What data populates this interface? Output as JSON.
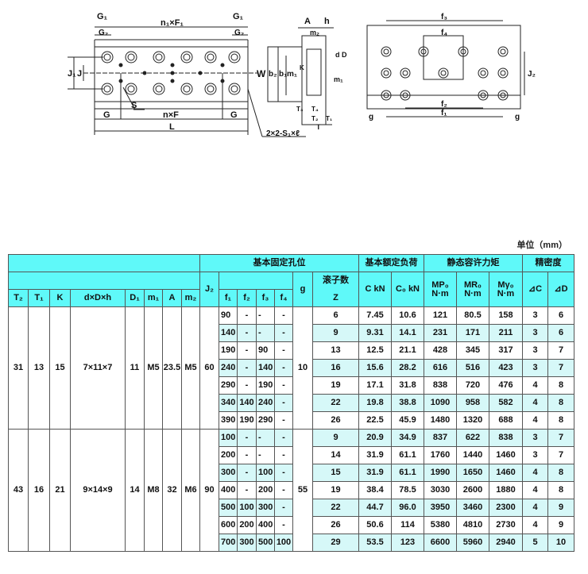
{
  "drawing": {
    "front": {
      "G1_left": "G₁",
      "G2_left": "G₂",
      "n1F1": "n₁×F₁",
      "G1_right": "G₁",
      "G2_right": "G₂",
      "J1": "J₁",
      "J": "J",
      "S": "S",
      "G_left": "G",
      "nF": "n×F",
      "G_right": "G",
      "L": "L",
      "S1l": "2×2-S₁×ℓ"
    },
    "side": {
      "A": "A",
      "h": "h",
      "m2": "m₂",
      "d": "d",
      "D": "D",
      "W": "W",
      "b2": "b₂",
      "b1": "b₁",
      "m1_left": "m₁",
      "K": "K",
      "m1_right": "m₁",
      "T3": "T₃",
      "T4": "T₄",
      "T2": "T₂",
      "T1": "T₁",
      "T": "T"
    },
    "top": {
      "f3": "f₃",
      "f4": "f₄",
      "J2": "J₂",
      "f2": "f₂",
      "f1": "f₁",
      "g_left": "g",
      "g_right": "g"
    }
  },
  "unit": "单位（mm）",
  "header": {
    "groups": {
      "fix_holes": "基本固定孔位",
      "load": "基本额定负荷",
      "moment": "静态容许力矩",
      "precision": "精密度"
    },
    "rollers": "滚子数",
    "cols": [
      "T₂",
      "T₁",
      "K",
      "d×D×h",
      "D₁",
      "m₁",
      "A",
      "m₂",
      "J₂",
      "f₁",
      "f₂",
      "f₃",
      "f₄",
      "g",
      "Z",
      "C kN",
      "C₀ kN",
      "MP₀ N·m",
      "MR₀ N·m",
      "Mγ₀ N·m",
      "⊿C",
      "⊿D"
    ]
  },
  "groups": [
    {
      "T2": "31",
      "T1": "13",
      "K": "15",
      "dDh": "7×11×7",
      "D1": "11",
      "m1": "M5",
      "A": "23.5",
      "m2": "M5",
      "J2": "60",
      "g": "10",
      "rows": [
        [
          "90",
          "-",
          "-",
          "-",
          "6",
          "7.45",
          "10.6",
          "121",
          "80.5",
          "158",
          "3",
          "6"
        ],
        [
          "140",
          "-",
          "-",
          "-",
          "9",
          "9.31",
          "14.1",
          "231",
          "171",
          "211",
          "3",
          "6"
        ],
        [
          "190",
          "-",
          "90",
          "-",
          "13",
          "12.5",
          "21.1",
          "428",
          "345",
          "317",
          "3",
          "7"
        ],
        [
          "240",
          "-",
          "140",
          "-",
          "16",
          "15.6",
          "28.2",
          "616",
          "516",
          "423",
          "3",
          "7"
        ],
        [
          "290",
          "-",
          "190",
          "-",
          "19",
          "17.1",
          "31.8",
          "838",
          "720",
          "476",
          "4",
          "8"
        ],
        [
          "340",
          "140",
          "240",
          "-",
          "22",
          "19.8",
          "38.8",
          "1090",
          "958",
          "582",
          "4",
          "8"
        ],
        [
          "390",
          "190",
          "290",
          "-",
          "26",
          "22.5",
          "45.9",
          "1480",
          "1320",
          "688",
          "4",
          "8"
        ]
      ]
    },
    {
      "T2": "43",
      "T1": "16",
      "K": "21",
      "dDh": "9×14×9",
      "D1": "14",
      "m1": "M8",
      "A": "32",
      "m2": "M6",
      "J2": "90",
      "g": "55",
      "rows": [
        [
          "100",
          "-",
          "-",
          "-",
          "9",
          "20.9",
          "34.9",
          "837",
          "622",
          "838",
          "3",
          "7"
        ],
        [
          "200",
          "-",
          "-",
          "-",
          "14",
          "31.9",
          "61.1",
          "1760",
          "1440",
          "1460",
          "3",
          "7"
        ],
        [
          "300",
          "-",
          "100",
          "-",
          "15",
          "31.9",
          "61.1",
          "1990",
          "1650",
          "1460",
          "4",
          "8"
        ],
        [
          "400",
          "-",
          "200",
          "-",
          "19",
          "38.4",
          "78.5",
          "3030",
          "2600",
          "1880",
          "4",
          "8"
        ],
        [
          "500",
          "100",
          "300",
          "-",
          "22",
          "44.7",
          "96.0",
          "3950",
          "3460",
          "2300",
          "4",
          "9"
        ],
        [
          "600",
          "200",
          "400",
          "-",
          "26",
          "50.6",
          "114",
          "5380",
          "4810",
          "2730",
          "4",
          "9"
        ],
        [
          "700",
          "300",
          "500",
          "100",
          "29",
          "53.5",
          "123",
          "6600",
          "5960",
          "2940",
          "5",
          "10"
        ]
      ]
    }
  ]
}
